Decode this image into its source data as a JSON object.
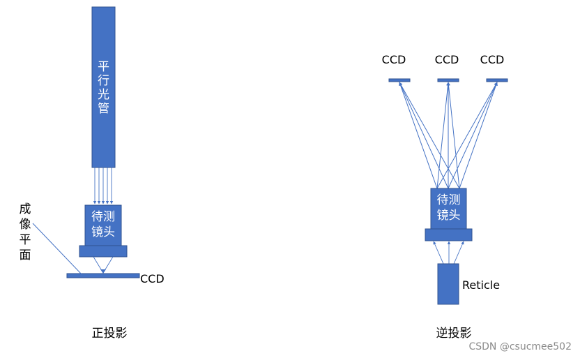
{
  "forward": {
    "collimator_label": [
      "平",
      "行",
      "光",
      "管"
    ],
    "lens_label": [
      "待测",
      "镜头"
    ],
    "ccd_label": "CCD",
    "image_plane_label": [
      "成",
      "像",
      "平",
      "面"
    ],
    "caption": "正投影"
  },
  "reverse": {
    "ccd_labels": [
      "CCD",
      "CCD",
      "CCD"
    ],
    "lens_label": [
      "待测",
      "镜头"
    ],
    "reticle_label": "Reticle",
    "caption": "逆投影"
  },
  "watermark": "CSDN @csucmee502",
  "colors": {
    "box": "#4472c4",
    "box_border": "#2f528f",
    "text": "#000000"
  }
}
